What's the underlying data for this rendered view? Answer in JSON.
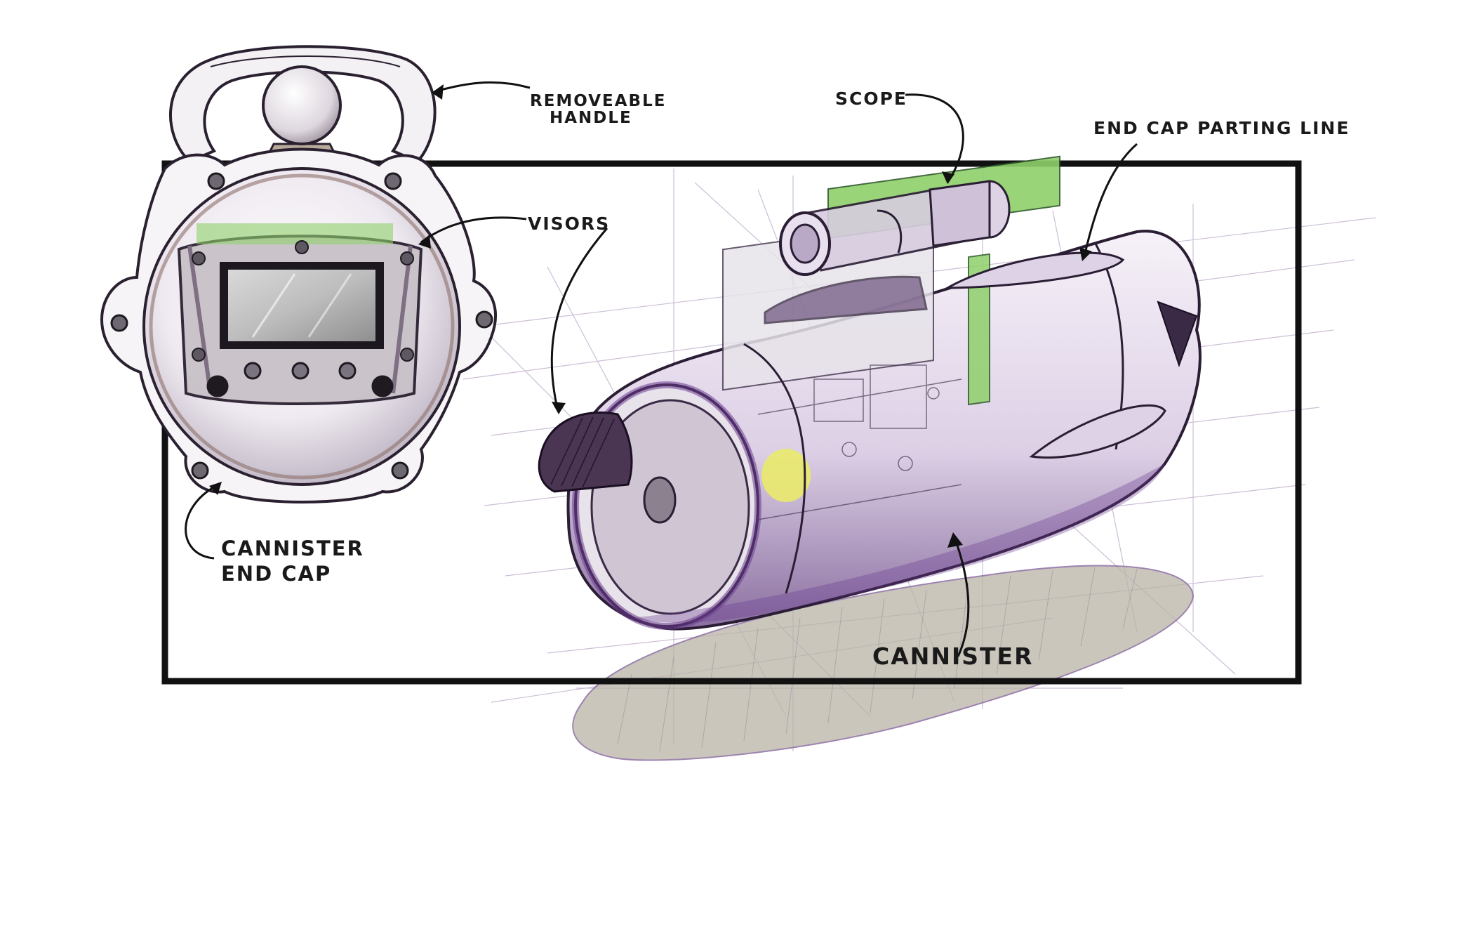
{
  "colors": {
    "frame": "#111111",
    "ink": "#1e1724",
    "purple": "#6b3d8f",
    "purple_light": "#cdb8dc",
    "shadow": "#b5b0a3",
    "pcb_green": "#8fd06a",
    "yellow": "#e9ea6b"
  },
  "callouts": {
    "removable_handle_line1": "REMOVEABLE",
    "removable_handle_line2": "HANDLE",
    "scope": "SCOPE",
    "end_cap_parting_line": "END CAP PARTING LINE",
    "visors": "VISORS",
    "canister_end_cap_line1": "CANNISTER",
    "canister_end_cap_line2": "END CAP",
    "canister": "CANNISTER"
  }
}
